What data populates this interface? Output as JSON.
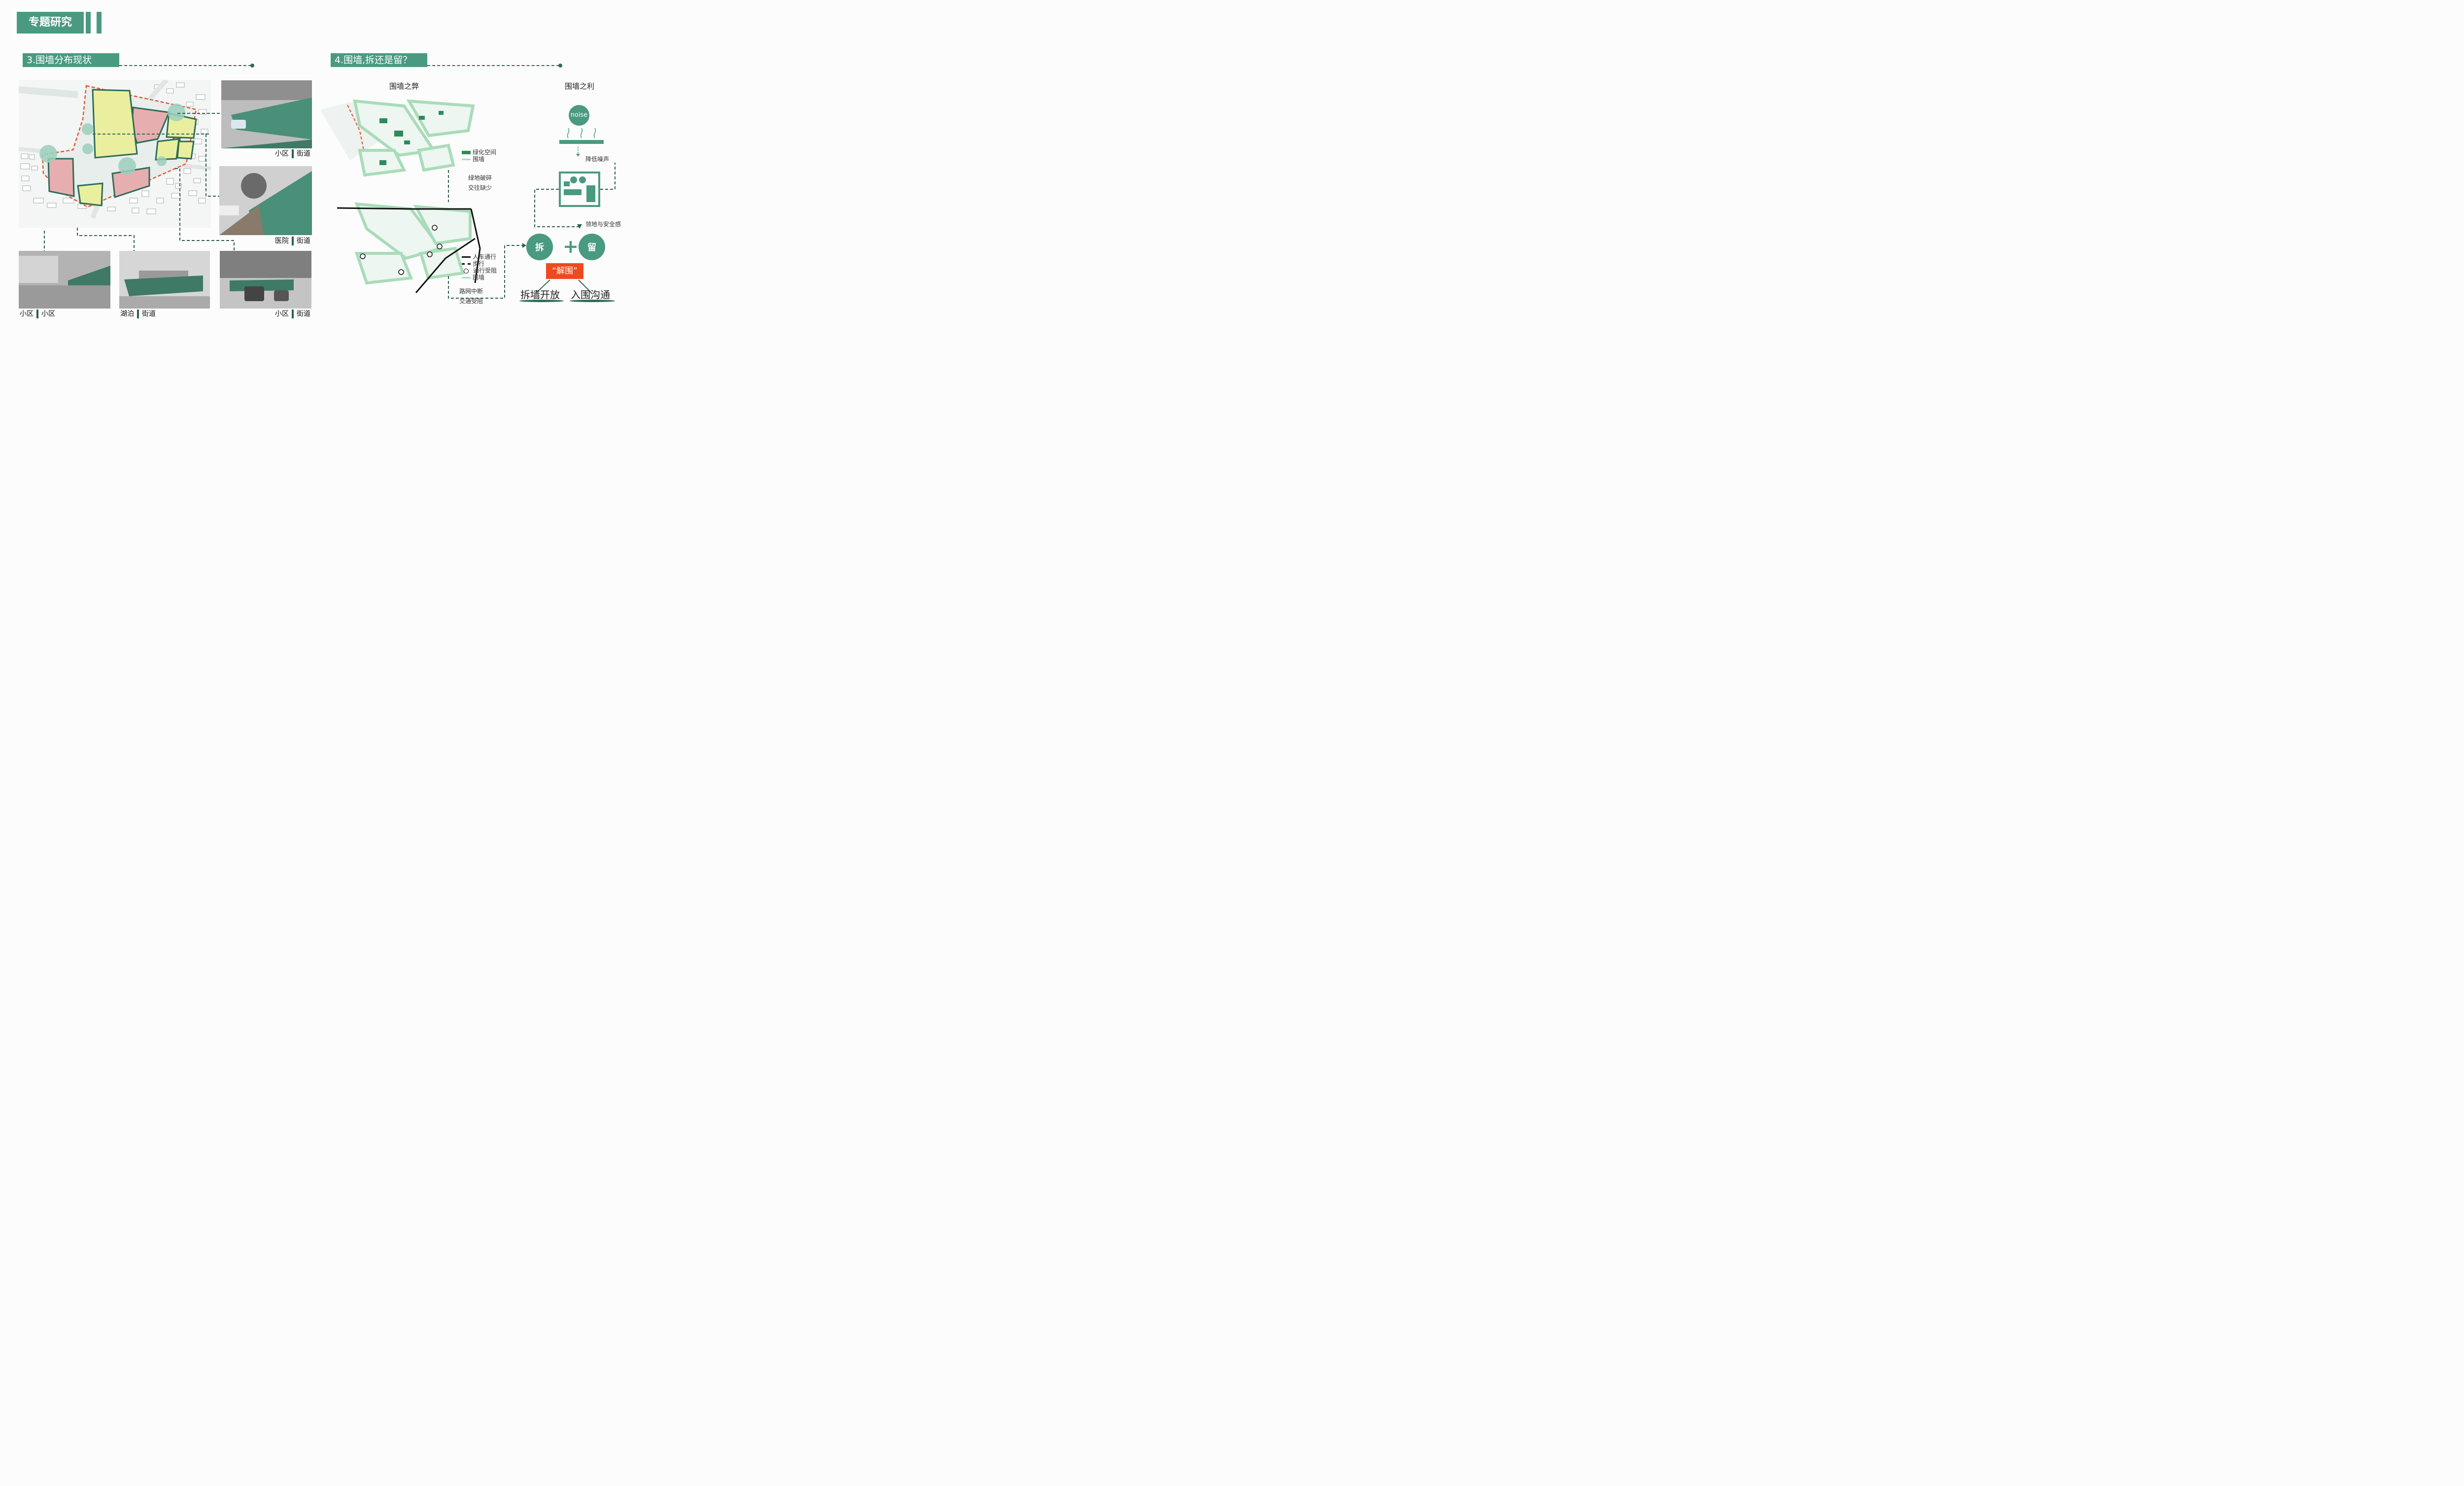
{
  "header": {
    "title": "专题研究"
  },
  "section3": {
    "title": "3.围墙分布现状"
  },
  "section4": {
    "title": "4.围墙,拆还是留？"
  },
  "photos": [
    {
      "id": "p1",
      "left": "小区",
      "right": "街道"
    },
    {
      "id": "p2",
      "left": "医院",
      "right": "街道"
    },
    {
      "id": "p3",
      "left": "小区",
      "right": "小区"
    },
    {
      "id": "p4",
      "left": "湖泊",
      "right": "街道"
    },
    {
      "id": "p5",
      "left": "小区",
      "right": "街道"
    }
  ],
  "harm": {
    "heading": "围墙之弊",
    "legend_top": [
      "绿化空间",
      "围墙"
    ],
    "note_top": [
      "绿地破碎",
      "交往缺少"
    ],
    "legend_bottom": [
      "人车通行",
      "步行",
      "通行受阻",
      "围墙"
    ],
    "note_bottom": [
      "路网中断",
      "交通受阻"
    ]
  },
  "benefit": {
    "heading": "围墙之利",
    "noise": "noise",
    "reduce": "降低噪声",
    "territory": "领地与安全感",
    "demolish": "拆",
    "keep": "留",
    "plus": "+",
    "solution": "“解围”",
    "out_left": "拆墙开放",
    "out_right": "入围沟通"
  },
  "colors": {
    "accent": "#4a9a82",
    "dark": "#2f6b58",
    "red": "#e8502a",
    "pink": "#e7aeb0",
    "yellow": "#e9ef9e"
  }
}
